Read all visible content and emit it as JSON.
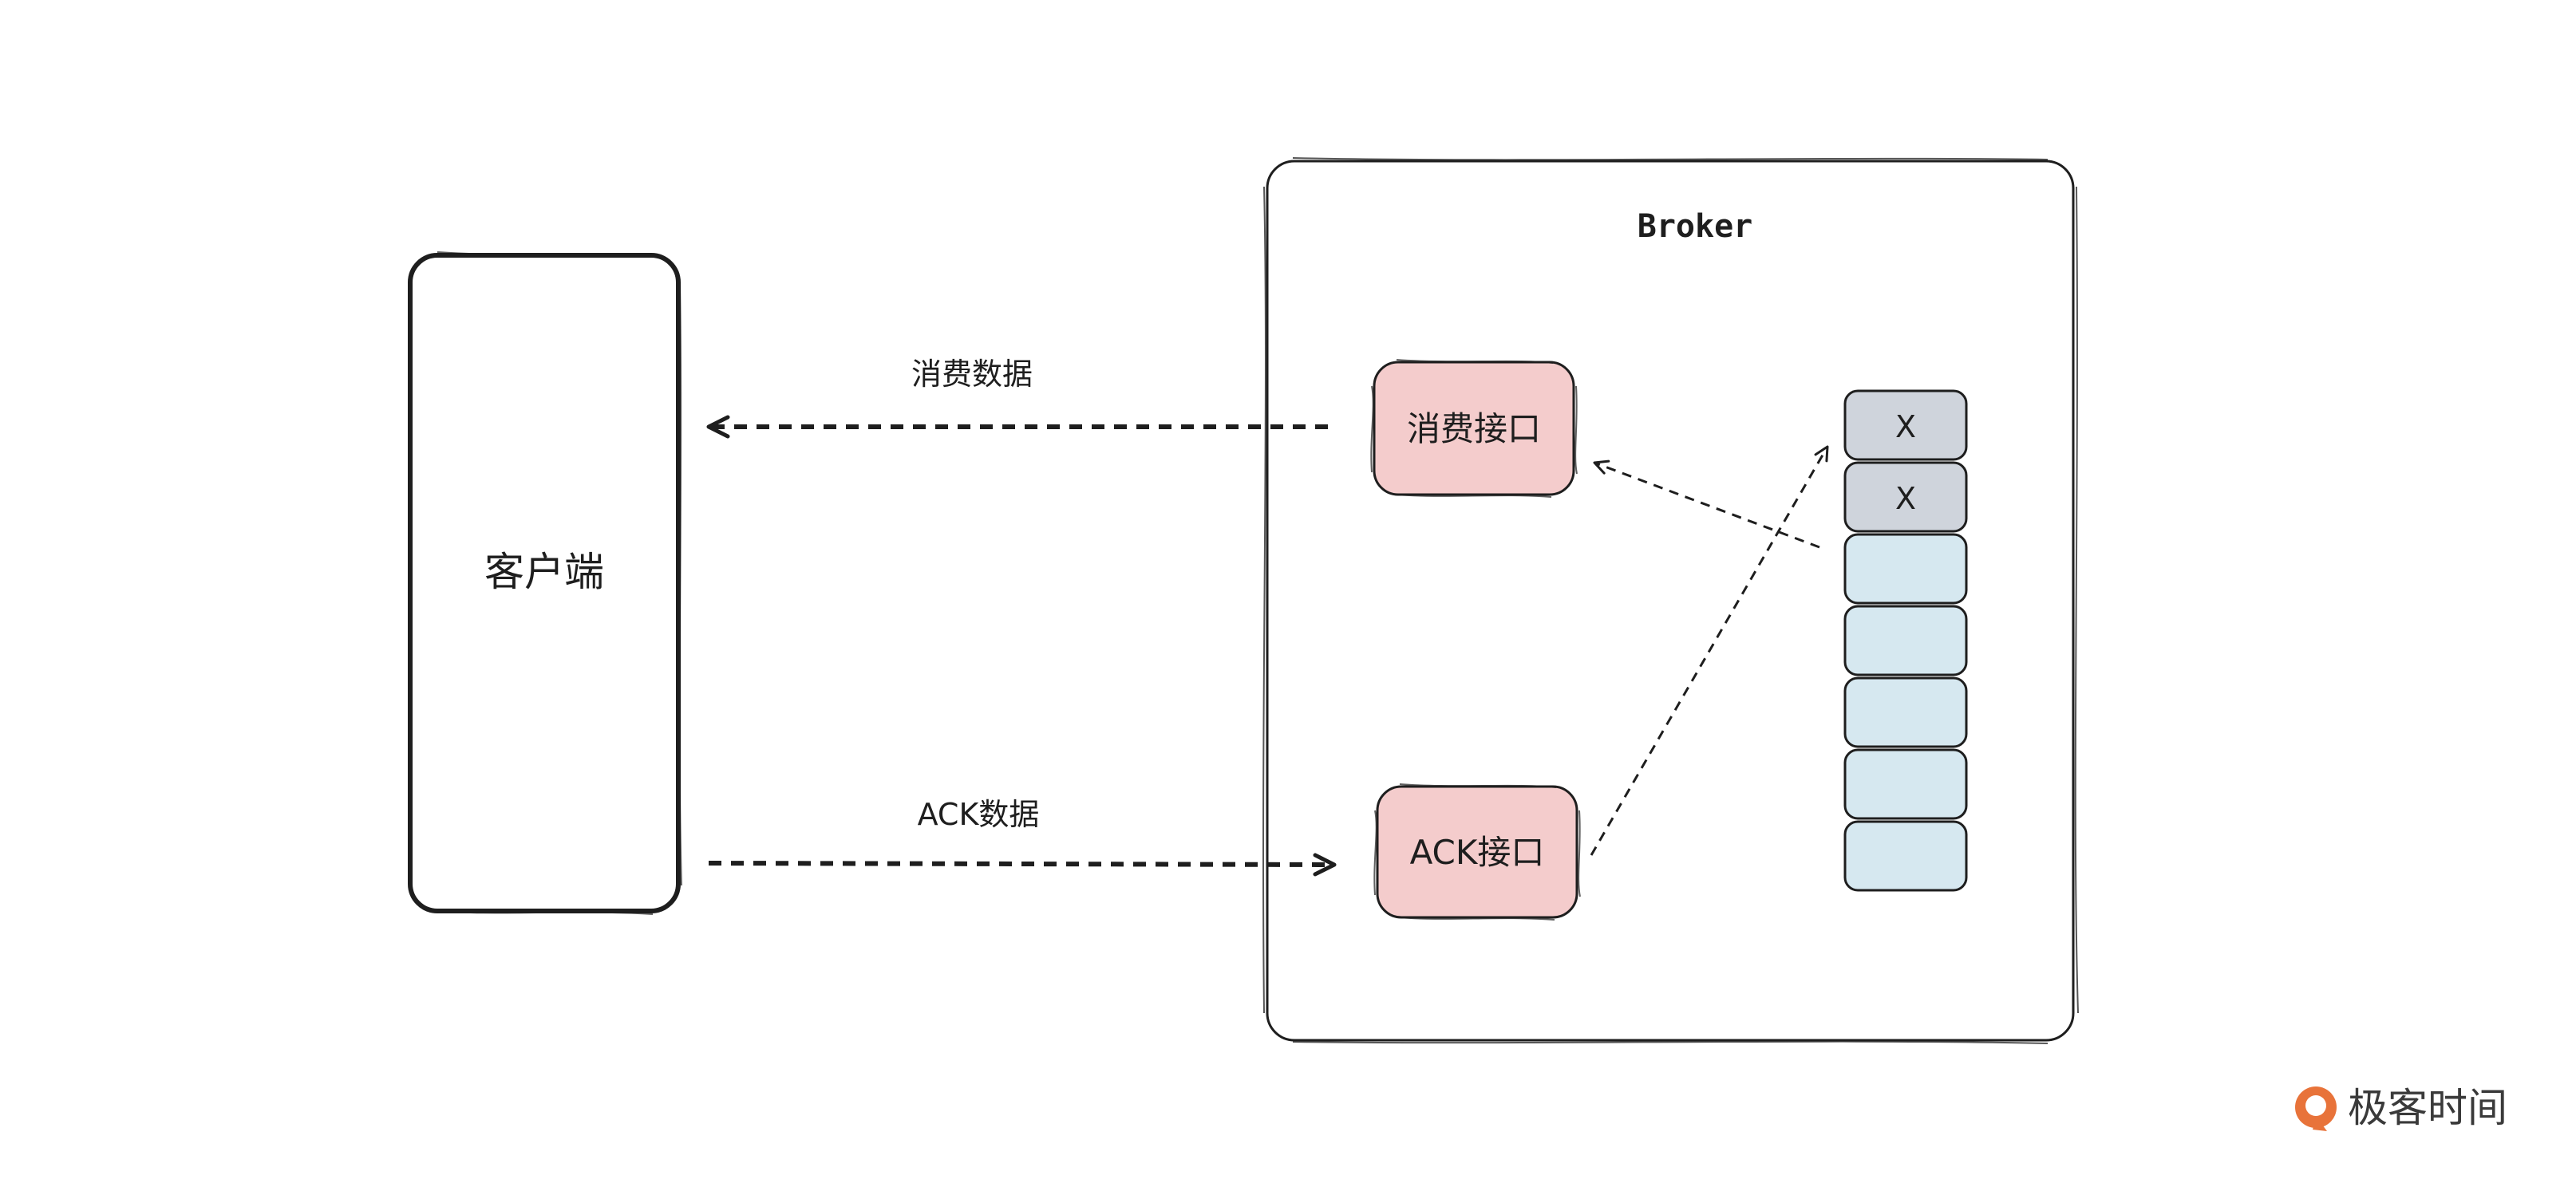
{
  "diagram": {
    "client": {
      "label": "客户端"
    },
    "broker": {
      "title": "Broker",
      "consume_interface": {
        "label": "消费接口"
      },
      "ack_interface": {
        "label": "ACK接口"
      },
      "queue": {
        "slots": [
          {
            "label": "X",
            "state": "consumed",
            "fill": "#cfd4dc"
          },
          {
            "label": "X",
            "state": "consumed",
            "fill": "#cfd4dc"
          },
          {
            "label": "",
            "state": "pending",
            "fill": "#d6e8f0"
          },
          {
            "label": "",
            "state": "pending",
            "fill": "#d6e8f0"
          },
          {
            "label": "",
            "state": "pending",
            "fill": "#d6e8f0"
          },
          {
            "label": "",
            "state": "pending",
            "fill": "#d6e8f0"
          },
          {
            "label": "",
            "state": "pending",
            "fill": "#d6e8f0"
          }
        ]
      }
    },
    "edges": {
      "consume_data": {
        "label": "消费数据",
        "from": "broker.consume_interface",
        "to": "client",
        "style": "dashed"
      },
      "ack_data": {
        "label": "ACK数据",
        "from": "client",
        "to": "broker.ack_interface",
        "style": "dashed"
      },
      "queue_to_consume": {
        "from": "broker.queue",
        "to": "broker.consume_interface",
        "style": "dashed"
      },
      "ack_to_queue": {
        "from": "broker.ack_interface",
        "to": "broker.queue",
        "style": "dashed"
      }
    },
    "colors": {
      "interface_fill": "#f4cccc",
      "stroke": "#1e1e1e",
      "brand": "#e8733a"
    }
  },
  "watermark": {
    "text": "极客时间"
  }
}
